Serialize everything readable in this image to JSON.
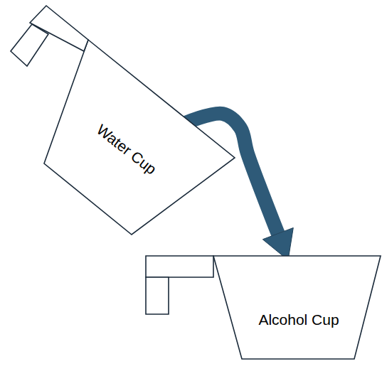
{
  "diagram": {
    "nodes": [
      {
        "text": [
          "Water Cup"
        ]
      },
      {
        "text": [
          "Alcohol Cup"
        ]
      }
    ],
    "edges": [
      {
        "from": 0,
        "to": 1,
        "arrow": "to"
      }
    ]
  }
}
